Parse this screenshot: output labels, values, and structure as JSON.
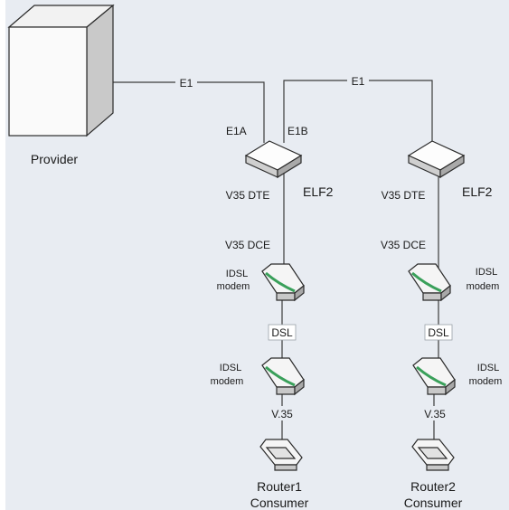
{
  "colors": {
    "background": "#e8ecf2",
    "line": "#3c3c3c",
    "device_fill": "#f7f7f7",
    "device_stroke": "#2b2b2b",
    "modem_accent": "#3aa05a"
  },
  "provider": {
    "label": "Provider",
    "icon": "server-icon"
  },
  "links": {
    "e1_left": "E1",
    "e1_right": "E1"
  },
  "left_chain": {
    "elf_port_a": "E1A",
    "elf_port_b": "E1B",
    "elf_label": "ELF2",
    "dte_label": "V35 DTE",
    "dce_label": "V35 DCE",
    "modem_top": [
      "IDSL",
      "modem"
    ],
    "dsl_label": "DSL",
    "modem_bottom": [
      "IDSL",
      "modem"
    ],
    "v35_label": "V.35",
    "router_label": "Router1",
    "consumer_label": "Consumer"
  },
  "right_chain": {
    "elf_label": "ELF2",
    "dte_label": "V35 DTE",
    "dce_label": "V35 DCE",
    "modem_top": [
      "IDSL",
      "modem"
    ],
    "dsl_label": "DSL",
    "modem_bottom": [
      "IDSL",
      "modem"
    ],
    "v35_label": "V.35",
    "router_label": "Router2",
    "consumer_label": "Consumer"
  }
}
